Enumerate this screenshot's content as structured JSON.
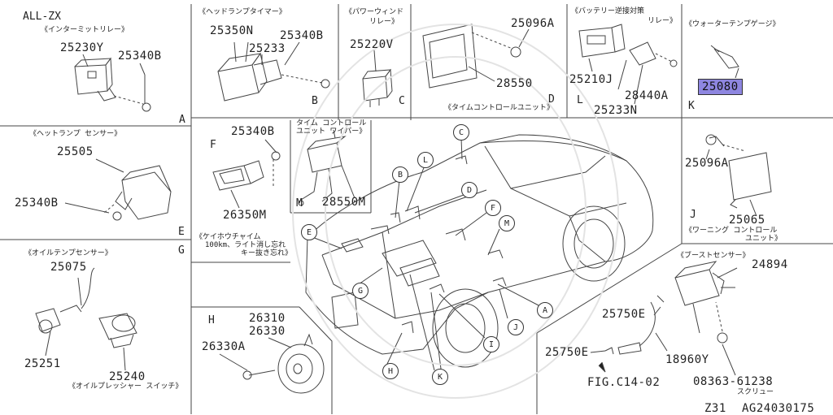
{
  "header": {
    "model": "ALL-ZX"
  },
  "panels": {
    "A": {
      "title": "《インターミットリレー》",
      "letter": "A",
      "parts": [
        "25230Y",
        "25340B"
      ]
    },
    "B": {
      "title": "《ヘッドランプタイマー》",
      "letter": "B",
      "parts": [
        "25350N",
        "25233",
        "25340B"
      ]
    },
    "C": {
      "title": "《パワーウィンド",
      "title2": "リレー》",
      "letter": "C",
      "parts": [
        "25220V"
      ]
    },
    "D": {
      "title": "《タイムコントロールユニット》",
      "letter": "D",
      "parts": [
        "25096A",
        "28550"
      ]
    },
    "L": {
      "title": "《バッテリー逆接対策",
      "title2": "リレー》",
      "letter": "L",
      "parts": [
        "25210J",
        "28440A",
        "25233N"
      ]
    },
    "K": {
      "title": "《ウォーターテンプゲージ》",
      "letter": "K",
      "parts": [
        "25080"
      ]
    },
    "E": {
      "title": "《ヘットランプ センサー》",
      "letter": "E",
      "parts": [
        "25505",
        "25340B"
      ]
    },
    "F": {
      "letter": "F",
      "parts": [
        "25340B",
        "26350M"
      ],
      "caption1": "《ケイホウチャイム",
      "caption2": "100km、ライト消し忘れ",
      "caption3": "キー抜き忘れ》"
    },
    "M": {
      "title": "タイム コントロール",
      "title2": "ユニット ワイパー》",
      "letter": "M",
      "parts": [
        "28550M"
      ]
    },
    "J": {
      "letter": "J",
      "parts": [
        "25096A",
        "25065"
      ],
      "caption1": "《ワーニング コントロール",
      "caption2": "ユニット》"
    },
    "G": {
      "title": "《オイルテンプセンサー》",
      "letter": "G",
      "parts": [
        "25075",
        "25251",
        "25240"
      ],
      "caption": "《オイルプレッシャー スイッチ》"
    },
    "H": {
      "letter": "H",
      "parts": [
        "26310",
        "26330",
        "26330A"
      ]
    },
    "boost": {
      "title": "《ブーストセンサー》",
      "parts": [
        "24894",
        "25750E",
        "25750E",
        "18960Y",
        "08363-61238"
      ],
      "screw_label": "スクリュー",
      "fig_ref": "FIG.C14-02"
    }
  },
  "car_callouts": [
    "C",
    "L",
    "B",
    "D",
    "F",
    "M",
    "E",
    "G",
    "A",
    "J",
    "I",
    "H",
    "K"
  ],
  "highlight": {
    "part": "25080",
    "color": "#8e86e0"
  },
  "footer": {
    "code": "Z31",
    "figure_id": "AG24030175"
  }
}
